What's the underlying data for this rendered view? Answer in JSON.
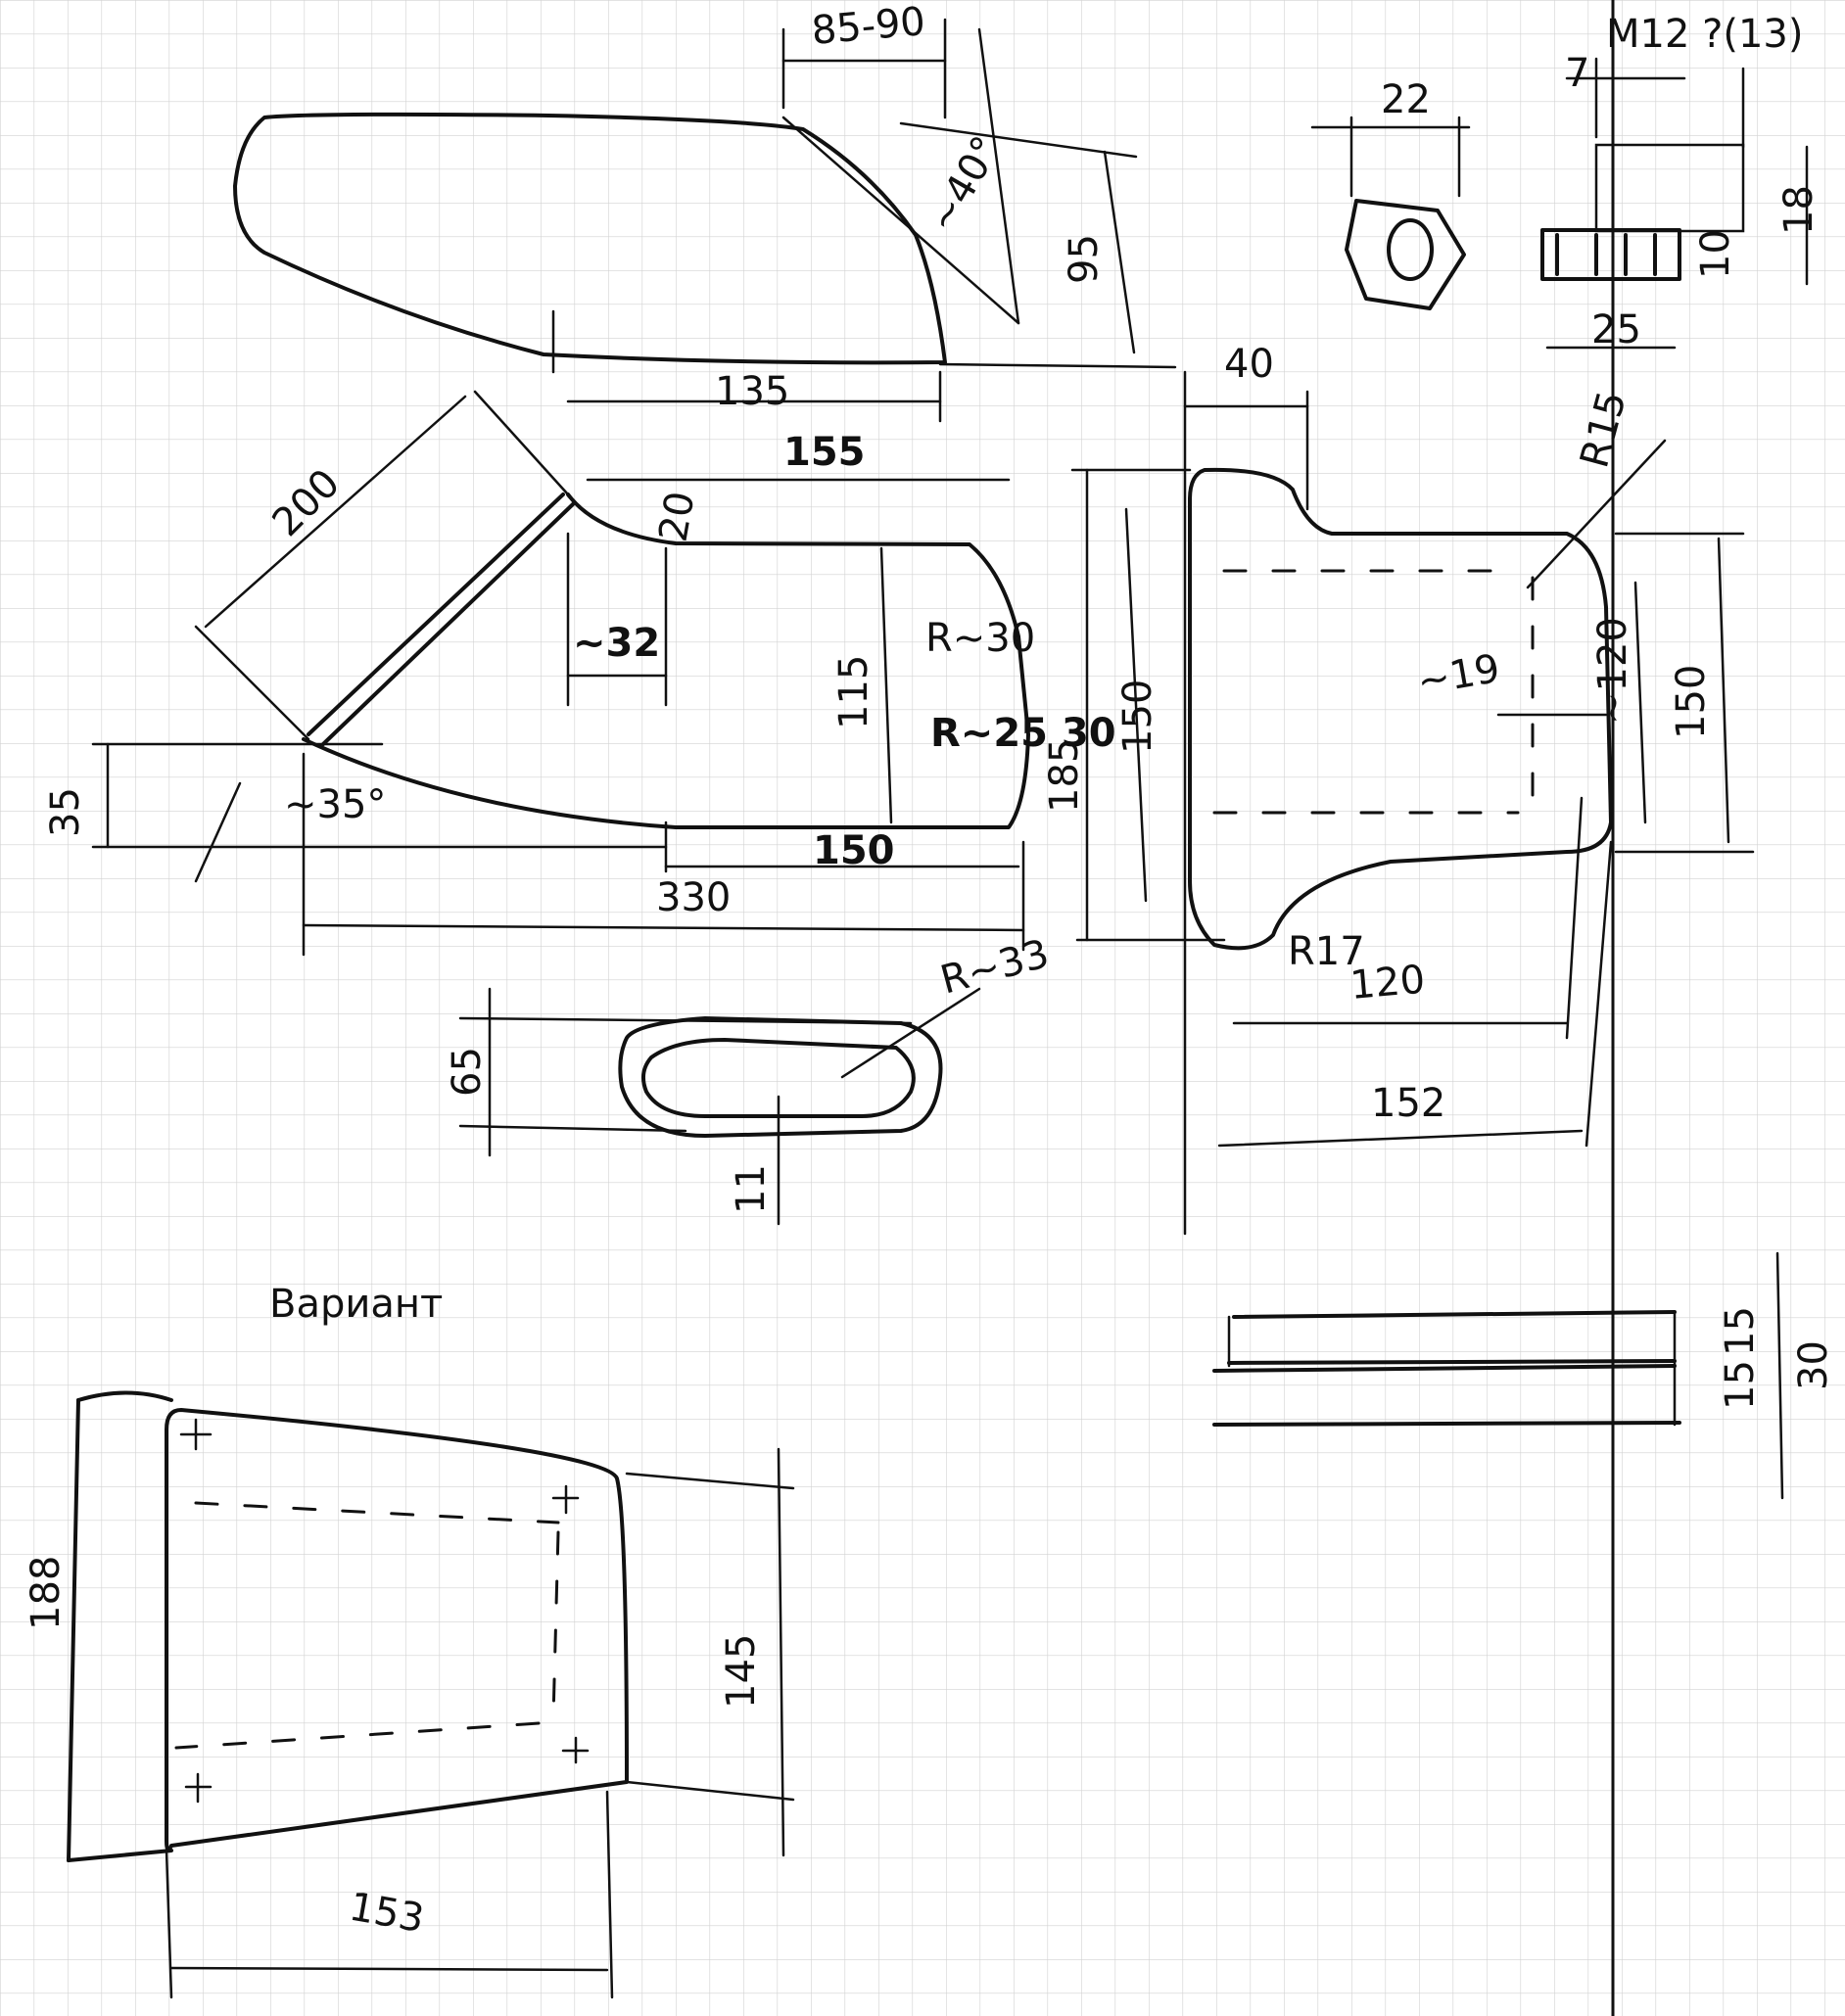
{
  "top_right": {
    "bolt": "M12 ?(13)"
  },
  "hex_nut": {
    "width": "22"
  },
  "bolt_detail": {
    "d7": "7",
    "d18": "18",
    "d10": "10",
    "d25": "25"
  },
  "tip_part": {
    "top_range": "85-90",
    "angle": "~40°",
    "height": "95",
    "width": "135"
  },
  "main_profile": {
    "diag": "200",
    "top": "155",
    "small_h": "20",
    "approx": "~32",
    "height": "115",
    "r_top": "R~30",
    "r_mid": "R~25 30",
    "left_h": "35",
    "angle": "~35°",
    "bottom": "150",
    "overall": "330",
    "r_low": "R~33"
  },
  "oval": {
    "height": "65",
    "wall": "11"
  },
  "plan_view": {
    "top_w": "40",
    "r_corner": "R15",
    "right_h": "150",
    "inner_h": "~120",
    "inner_w": "~19",
    "left_h": "185",
    "inner_left": "150",
    "r_bottom": "R17",
    "w1": "120",
    "w2": "152"
  },
  "plate": {
    "t1": "15",
    "t2": "15",
    "total": "30"
  },
  "variant": {
    "title": "Вариант",
    "left_h": "188",
    "right_h": "145",
    "width": "153"
  }
}
